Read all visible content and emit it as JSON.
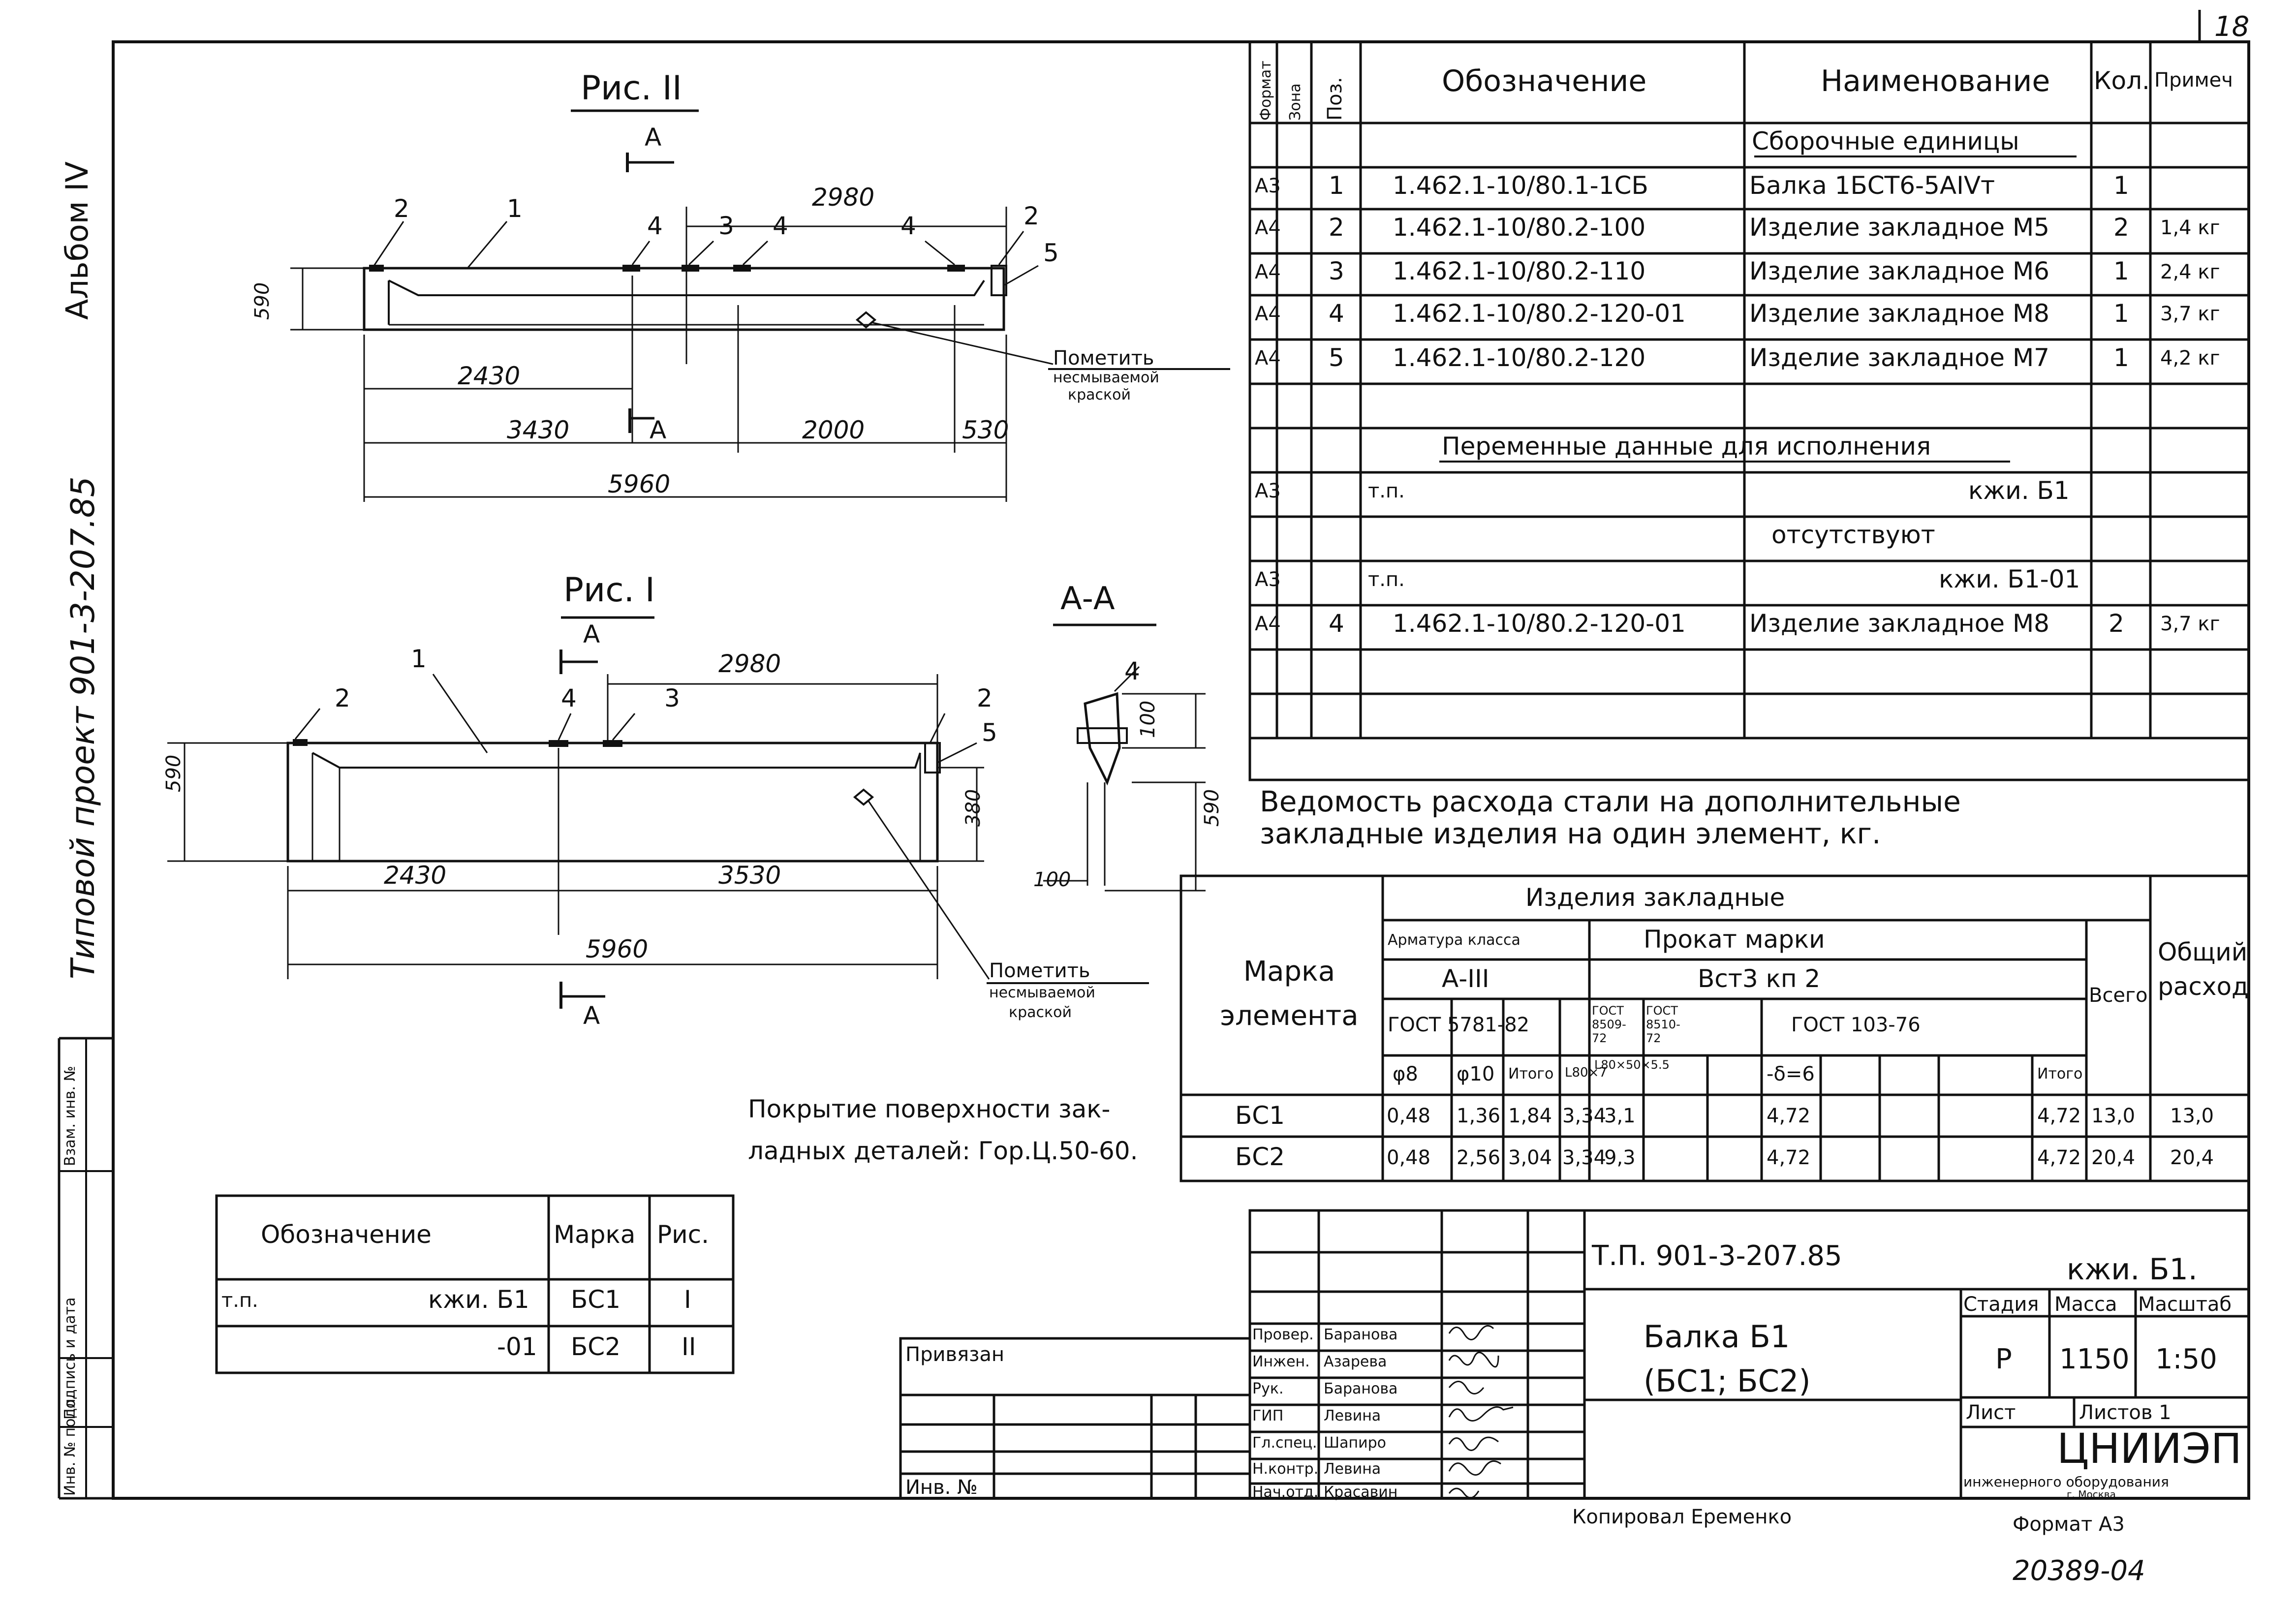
{
  "sheet": {
    "sheet_number": "18",
    "side_album": "Альбом IV",
    "side_project": "Типовой проект 901-3-207.85",
    "side_cols": [
      "Инв. № подл.",
      "Подпись и дата",
      "Взам. инв. №"
    ],
    "copied_by": "Копировал   Еременко",
    "format": "Формат А3",
    "bottom_number": "20389-04"
  },
  "fig2": {
    "title": "Рис. II",
    "section_mark": "А",
    "dims": [
      "2980",
      "590",
      "2430",
      "3430",
      "2000",
      "530",
      "5960"
    ],
    "positions": [
      "2",
      "1",
      "4",
      "3",
      "4",
      "4",
      "2",
      "5"
    ],
    "note": [
      "Пометить",
      "несмываемой",
      "краской"
    ]
  },
  "fig1": {
    "title": "Рис. I",
    "section_mark": "А",
    "dims": [
      "2980",
      "590",
      "380",
      "2430",
      "3530",
      "5960"
    ],
    "positions": [
      "2",
      "1",
      "4",
      "3",
      "2",
      "5"
    ],
    "note": [
      "Пометить",
      "несмываемой",
      "краской"
    ]
  },
  "section": {
    "title": "А-А",
    "position": "4",
    "dims": [
      "100",
      "590",
      "100"
    ]
  },
  "spec": {
    "headers": [
      "Формат",
      "Зона",
      "Поз.",
      "Обозначение",
      "Наименование",
      "Кол.",
      "Примеч"
    ],
    "group1": "Сборочные единицы",
    "rows": [
      {
        "f": "А3",
        "z": "",
        "p": "1",
        "d": "1.462.1-10/80.1-1СБ",
        "n": "Балка 1БСТ6-5АIVт",
        "k": "1",
        "r": ""
      },
      {
        "f": "А4",
        "z": "",
        "p": "2",
        "d": "1.462.1-10/80.2-100",
        "n": "Изделие закладное М5",
        "k": "2",
        "r": "1,4 кг"
      },
      {
        "f": "А4",
        "z": "",
        "p": "3",
        "d": "1.462.1-10/80.2-110",
        "n": "Изделие закладное М6",
        "k": "1",
        "r": "2,4 кг"
      },
      {
        "f": "А4",
        "z": "",
        "p": "4",
        "d": "1.462.1-10/80.2-120-01",
        "n": "Изделие закладное М8",
        "k": "1",
        "r": "3,7 кг"
      },
      {
        "f": "А4",
        "z": "",
        "p": "5",
        "d": "1.462.1-10/80.2-120",
        "n": "Изделие закладное М7",
        "k": "1",
        "r": "4,2 кг"
      }
    ],
    "group2": "Переменные данные для исполнения",
    "var1_tp": "т.п.",
    "var1_code": "кжи. Б1",
    "var1_note": "отсутствуют",
    "var2_tp": "т.п.",
    "var2_code": "кжи. Б1-01",
    "var2_row": {
      "f": "А4",
      "p": "4",
      "d": "1.462.1-10/80.2-120-01",
      "n": "Изделие закладное М8",
      "k": "2",
      "r": "3,7 кг"
    },
    "var_formats": [
      "А3",
      "А3"
    ]
  },
  "steel": {
    "title_line1": "Ведомость расхода стали на дополнительные",
    "title_line2": "закладные изделия на один элемент, кг.",
    "mark_header": "Марка элемента",
    "items_header": "Изделия закладные",
    "rebar_header": "Арматура класса",
    "rolled_header": "Прокат марки",
    "rebar_class": "А-III",
    "rolled_grade": "Вст3 кп 2",
    "gost_rebar": "ГОСТ 5781-82",
    "gost_a": "ГОСТ 8509-72",
    "gost_b": "ГОСТ 8510-72",
    "gost_plate": "ГОСТ 103-76",
    "total_header": "Всего",
    "general_header": "Общий расход",
    "sub_cols": [
      "φ8",
      "φ10",
      "Итого",
      "L80×7",
      "L80×50×5.5",
      "-δ=6",
      "Итого"
    ],
    "rows": [
      {
        "mark": "БС1",
        "v": [
          "0,48",
          "1,36",
          "1,84",
          "3,34",
          "3,1",
          "4,72",
          "4,72"
        ],
        "total": "13,0",
        "general": "13,0"
      },
      {
        "mark": "БС2",
        "v": [
          "0,48",
          "2,56",
          "3,04",
          "3,34",
          "9,3",
          "4,72",
          "4,72"
        ],
        "total": "20,4",
        "general": "20,4"
      }
    ]
  },
  "coating": {
    "line1": "Покрытие поверхности зак-",
    "line2": "ладных деталей: Гор.Ц.50-60."
  },
  "marks_table": {
    "headers": [
      "Обозначение",
      "Марка",
      "Рис."
    ],
    "rows": [
      {
        "tp": "т.п.",
        "code": "кжи. Б1",
        "mark": "БС1",
        "fig": "I"
      },
      {
        "tp": "",
        "code": "-01",
        "mark": "БС2",
        "fig": "II"
      }
    ]
  },
  "title_block": {
    "bound_label": "Привязан",
    "inv_label": "Инв. №",
    "project": "Т.П. 901-3-207.85",
    "code": "кжи. Б1.",
    "name_line1": "Балка Б1",
    "name_line2": "(БС1; БС2)",
    "stage_header": "Стадия",
    "mass_header": "Масса",
    "scale_header": "Масштаб",
    "stage": "Р",
    "mass": "1150",
    "scale": "1:50",
    "sheet_label": "Лист",
    "sheets_label": "Листов 1",
    "org": "ЦНИИЭП",
    "org_sub": "инженерного оборудования",
    "org_city": "г. Москва",
    "signers": [
      {
        "role": "Провер.",
        "name": "Баранова"
      },
      {
        "role": "Инжен.",
        "name": "Азарева"
      },
      {
        "role": "Рук.",
        "name": "Баранова"
      },
      {
        "role": "ГИП",
        "name": "Левина"
      },
      {
        "role": "Гл.спец.",
        "name": "Шапиро"
      },
      {
        "role": "Н.контр.",
        "name": "Левина"
      },
      {
        "role": "Нач.отд.",
        "name": "Красавин"
      }
    ]
  }
}
